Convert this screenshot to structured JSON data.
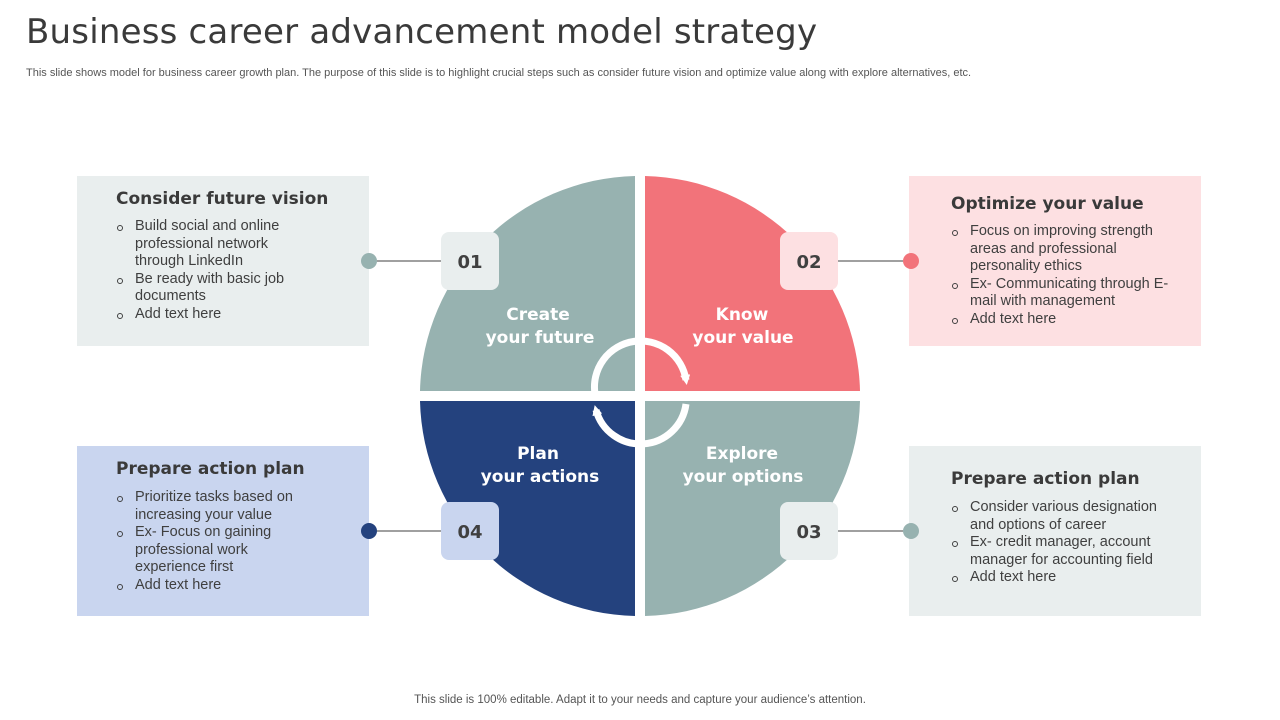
{
  "slide": {
    "title": "Business career advancement model strategy",
    "subtitle": "This slide shows model for business career growth plan. The purpose of this slide is to highlight crucial steps such as consider future vision and optimize value along with explore alternatives, etc.",
    "footer": "This slide is 100% editable. Adapt it to your needs and capture your audience’s attention."
  },
  "colors": {
    "sage": "#97b2b0",
    "coral": "#f2737a",
    "navy": "#24427e",
    "card_sage": "#e9eeee",
    "card_pink": "#fde0e2",
    "card_blue": "#c9d5ef",
    "number_box": "#e9eeee",
    "number_box_pink": "#fde0e2",
    "number_box_blue": "#c9d5ef",
    "connector_line": "#404040"
  },
  "quadrants": [
    {
      "id": "01",
      "line1": "Create",
      "line2": "your future"
    },
    {
      "id": "02",
      "line1": "Know",
      "line2": "your value"
    },
    {
      "id": "03",
      "line1": "Explore",
      "line2": "your options"
    },
    {
      "id": "04",
      "line1": "Plan",
      "line2": "your actions"
    }
  ],
  "cards": {
    "top_left": {
      "title": "Consider future vision",
      "bullets": [
        "Build social and online professional network through LinkedIn",
        "Be ready with basic job documents",
        "Add text here"
      ]
    },
    "top_right": {
      "title": "Optimize your value",
      "bullets": [
        "Focus on improving strength areas and professional personality ethics",
        "Ex- Communicating through E-mail with management",
        "Add text here"
      ]
    },
    "bottom_left": {
      "title": "Prepare action plan",
      "bullets": [
        "Prioritize tasks based on increasing your value",
        "Ex- Focus on gaining professional work experience first",
        "Add text here"
      ]
    },
    "bottom_right": {
      "title": "Prepare action plan",
      "bullets": [
        "Consider various designation and options of career",
        "Ex- credit manager, account manager for accounting field",
        "Add text here"
      ]
    }
  },
  "icons": {
    "cycle": "circular-arrows-icon",
    "bullet": "hollow-circle-bullet"
  }
}
